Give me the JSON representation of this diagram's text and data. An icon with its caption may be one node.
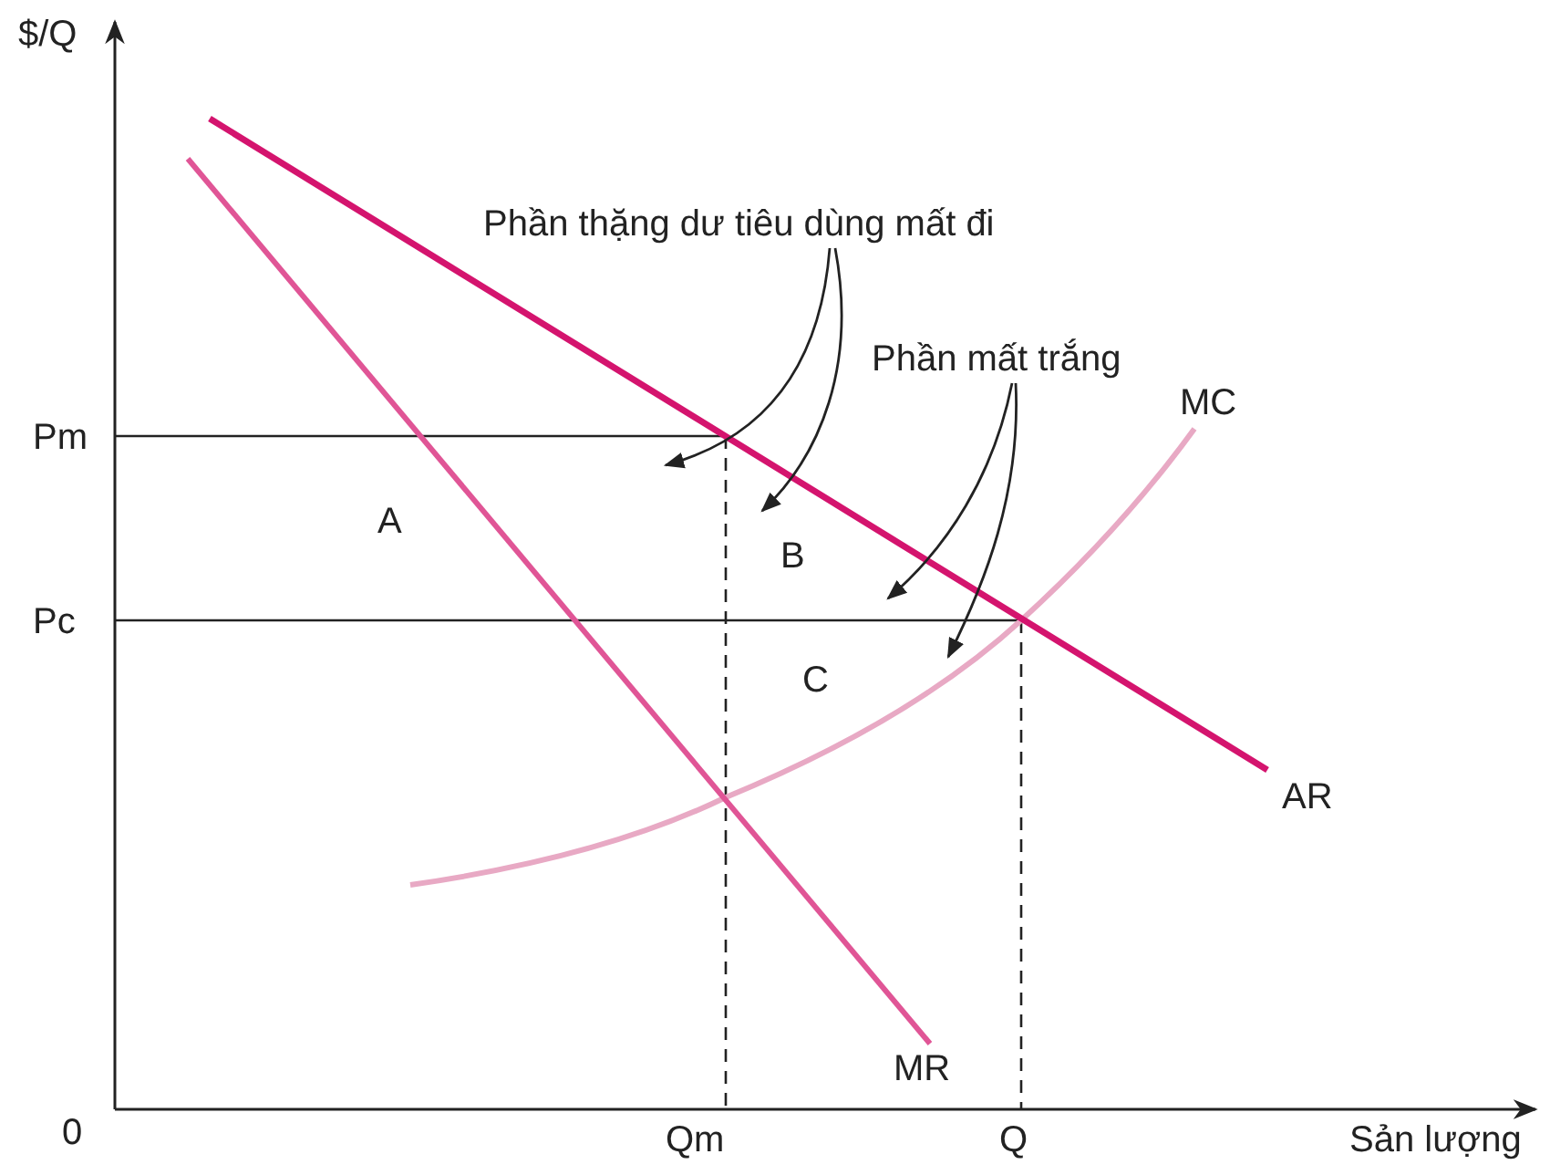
{
  "diagram": {
    "nodes": [
      {
        "text": [
          "Phần thặng dư tiêu dùng mất đi"
        ]
      },
      {
        "text": [
          "Phần mất trắng"
        ]
      }
    ],
    "edges": [
      {
        "from": 0,
        "to": null,
        "arrow": "to"
      },
      {
        "from": 0,
        "to": null,
        "arrow": "to"
      },
      {
        "from": 1,
        "to": null,
        "arrow": "to"
      },
      {
        "from": 1,
        "to": null,
        "arrow": "to"
      }
    ],
    "labels": [
      "$/Q",
      "MC",
      "Pm",
      "A",
      "B",
      "Pc",
      "C",
      "AR",
      "MR",
      "0",
      "Qm",
      "Q",
      "Sản lượng"
    ]
  }
}
